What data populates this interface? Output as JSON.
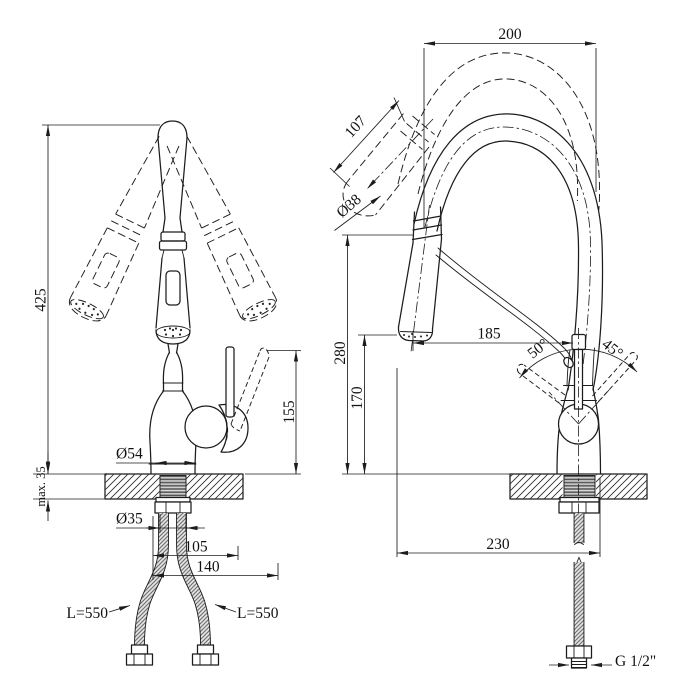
{
  "drawing": {
    "colors": {
      "line": "#1c1c1c",
      "background": "#ffffff"
    },
    "front_view": {
      "dim_total_height": "425",
      "dim_counter_thickness": "max. 35",
      "dim_handle_height": "155",
      "dim_base_diameter": "Ø54",
      "dim_hole_diameter": "Ø35",
      "dim_hose_spacing": "105",
      "dim_mount_width": "140",
      "hose_length_left": "L=550",
      "hose_length_right": "L=550"
    },
    "side_view": {
      "dim_spout_reach": "200",
      "dim_head_length": "107",
      "dim_head_diameter": "Ø38",
      "dim_spout_height": "280",
      "dim_outlet_height": "170",
      "dim_outlet_reach": "185",
      "dim_handle_angle_back": "50°",
      "dim_handle_angle_front": "45°",
      "dim_base_reach": "230",
      "dim_thread_size": "G 1/2\""
    }
  }
}
